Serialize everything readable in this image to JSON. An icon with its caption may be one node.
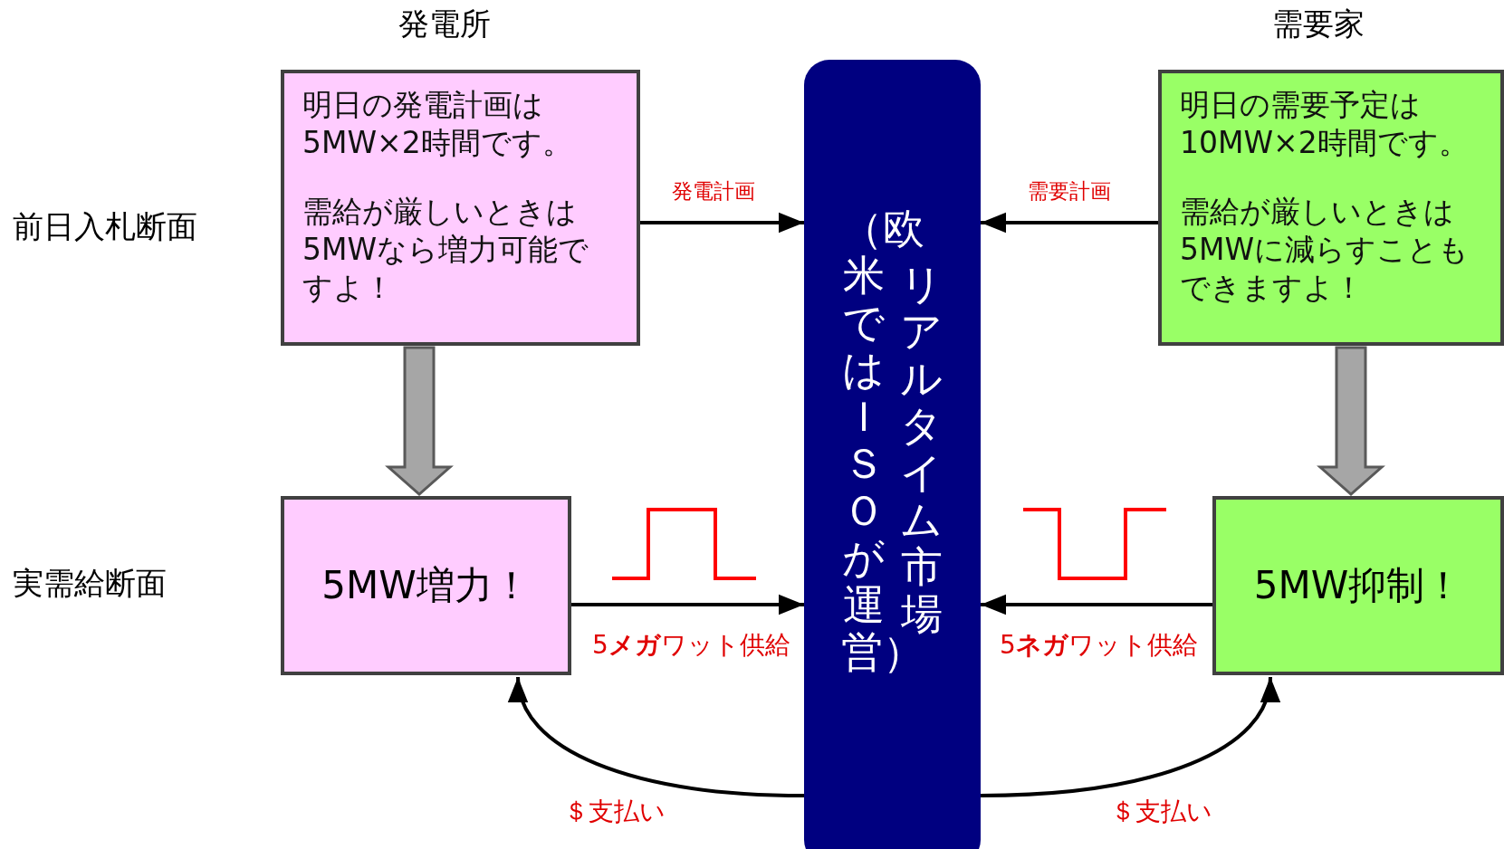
{
  "diagram": {
    "nodes": [
      {
        "text": [
          "明日の発電計画は5MW×2時間です。",
          "需給が厳しいときは5MWなら増力可能ですよ！"
        ]
      },
      {
        "text": [
          "リアルタイム市場",
          "（欧米ではＩＳＯが運営）"
        ]
      },
      {
        "text": [
          "明日の需要予定は10MW×2時間です。",
          "需給が厳しいときは5MWに減らすこともできますよ！"
        ]
      },
      {
        "text": [
          "5MW増力！"
        ]
      },
      {
        "text": [
          "5MW抑制！"
        ]
      }
    ],
    "edges": [
      {
        "from": 0,
        "to": 1,
        "arrow": "to",
        "label": "発電計画"
      },
      {
        "from": 2,
        "to": 1,
        "arrow": "to",
        "label": "需要計画"
      },
      {
        "from": 0,
        "to": 3,
        "arrow": "to",
        "style": "thick",
        "color": "#a6a6a6"
      },
      {
        "from": 2,
        "to": 4,
        "arrow": "to",
        "style": "thick",
        "color": "#a6a6a6"
      },
      {
        "from": 3,
        "to": 1,
        "arrow": "to",
        "label": "5**メガ**ワット供給"
      },
      {
        "from": 4,
        "to": 1,
        "arrow": "to",
        "label": "5**ネガ**ワット供給"
      },
      {
        "from": 1,
        "to": 3,
        "arrow": "to",
        "label": "＄支払い"
      },
      {
        "from": 1,
        "to": 4,
        "arrow": "to",
        "label": "＄支払い"
      }
    ],
    "labels": [
      "発電所",
      "需要家",
      "前日入札断面",
      "実需給断面"
    ]
  }
}
